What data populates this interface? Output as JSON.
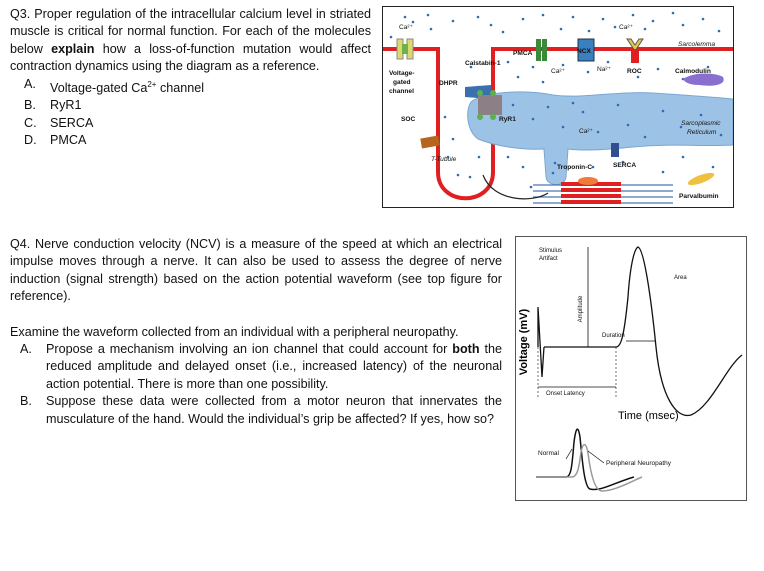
{
  "q3": {
    "intro_a": "Q3. Proper regulation of the intracellular calcium level in striated muscle is critical for normal function. For each of the molecules below ",
    "intro_bold": "explain",
    "intro_b": " how a loss-of-function mutation would affect contraction dynamics using the diagram as a reference.",
    "options": [
      {
        "marker": "A.",
        "text_a": "Voltage-gated Ca",
        "sup": "2+",
        "text_b": " channel"
      },
      {
        "marker": "B.",
        "text_a": "RyR1",
        "sup": "",
        "text_b": ""
      },
      {
        "marker": "C.",
        "text_a": "SERCA",
        "sup": "",
        "text_b": ""
      },
      {
        "marker": "D.",
        "text_a": "PMCA",
        "sup": "",
        "text_b": ""
      }
    ]
  },
  "q4": {
    "intro": "Q4. Nerve conduction velocity (NCV) is a measure of the speed at which an electrical impulse moves through a nerve. It can also be used to assess the degree of nerve induction (signal strength) based on the action potential waveform (see top figure for reference).",
    "examine": "Examine the waveform collected from an individual with a peripheral neuropathy.",
    "parts": [
      {
        "marker": "A.",
        "text_a": "Propose a mechanism involving an ion channel that could account for ",
        "bold": "both",
        "text_b": " the reduced amplitude and delayed onset (i.e., increased latency) of the neuronal action potential. There is more than one possibility."
      },
      {
        "marker": "B.",
        "text_a": "Suppose these data were collected from a motor neuron that innervates the musculature of the hand. Would the individual’s grip be affected? If yes, how so?",
        "bold": "",
        "text_b": ""
      }
    ]
  },
  "cell_diagram": {
    "labels": {
      "ca_top_left": "Ca²⁺",
      "ca_top_right": "Ca²⁺",
      "ca_mid": "Ca²⁺",
      "ca_sr": "Ca²⁺",
      "na": "Na²⁺",
      "sarcolemma": "Sarcolemma",
      "pmca": "PMCA",
      "ncx": "NCX",
      "roc": "ROC",
      "calmodulin": "Calmodulin",
      "calstabin": "Calstabin-1",
      "vg_line1": "Voltage-",
      "vg_line2": "gated",
      "vg_line3": "channel",
      "dhpr": "DHPR",
      "ryr1": "RyR1",
      "soc": "SOC",
      "sarcoplasmic": "Sarcoplasmic",
      "reticulum": "Reticulum",
      "t_tubule": "T-Tubule",
      "troponin": "Troponin-C",
      "serca": "SERCA",
      "parvalbumin": "Parvalbumin"
    },
    "colors": {
      "membrane": "#e02020",
      "sr": "#9cc3e6",
      "dots": "#2e6db5",
      "ryr": "#8c7f86",
      "dhpr": "#3a6fb0",
      "calstabin": "#59b34a",
      "roc": "#e8c84a",
      "calmodulin": "#8a6fd1",
      "soc": "#b5651d",
      "parvalbumin": "#f0c040"
    }
  },
  "ap_figure": {
    "stimulus_line1": "Stimulus",
    "stimulus_line2": "Artifact",
    "area": "Area",
    "amplitude": "Amplitude",
    "duration": "Duration",
    "onset_latency": "Onset Latency",
    "y_axis": "Voltage (mV)",
    "x_axis": "Time (msec)",
    "normal": "Normal",
    "peripheral": "Peripheral Neuropathy"
  }
}
